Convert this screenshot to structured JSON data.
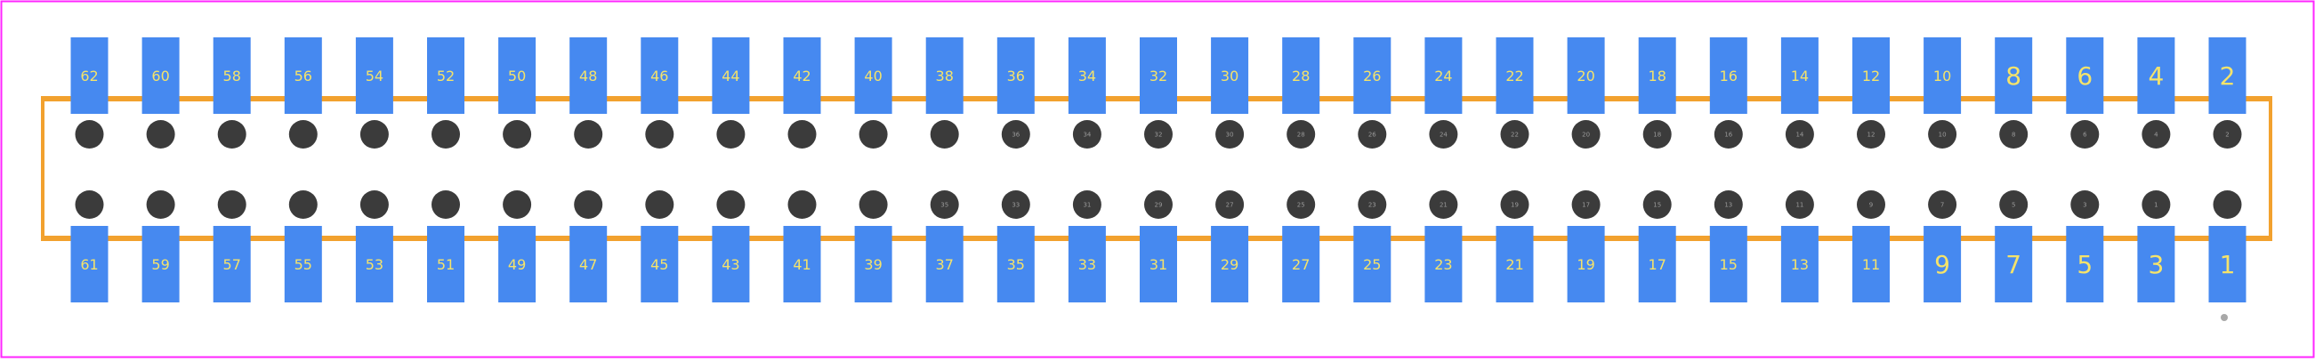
{
  "colors": {
    "background": "#ffffff",
    "board_border": "#ff26ff",
    "outline": "#f2a12e",
    "outline_inner": "#f0d8b0",
    "pad": "#4689f0",
    "pad_label": "#f5e36a",
    "via": "#3b3b3b",
    "via_label": "#9a9a9a",
    "pin1_marker": "#a8a8a8"
  },
  "top_pads": [
    "62",
    "60",
    "58",
    "56",
    "54",
    "52",
    "50",
    "48",
    "46",
    "44",
    "42",
    "40",
    "38",
    "36",
    "34",
    "32",
    "30",
    "28",
    "26",
    "24",
    "22",
    "20",
    "18",
    "16",
    "14",
    "12",
    "10",
    "8",
    "6",
    "4",
    "2"
  ],
  "bottom_pads": [
    "61",
    "59",
    "57",
    "55",
    "53",
    "51",
    "49",
    "47",
    "45",
    "43",
    "41",
    "39",
    "37",
    "35",
    "33",
    "31",
    "29",
    "27",
    "25",
    "23",
    "21",
    "19",
    "17",
    "15",
    "13",
    "11",
    "9",
    "7",
    "5",
    "3",
    "1"
  ],
  "top_vias": [
    "",
    "",
    "",
    "",
    "",
    "",
    "",
    "",
    "",
    "",
    "",
    "",
    "",
    "36",
    "34",
    "32",
    "30",
    "28",
    "26",
    "24",
    "22",
    "20",
    "18",
    "16",
    "14",
    "12",
    "10",
    "8",
    "6",
    "4",
    "2"
  ],
  "bottom_vias": [
    "",
    "",
    "",
    "",
    "",
    "",
    "",
    "",
    "",
    "",
    "",
    "",
    "35",
    "33",
    "31",
    "29",
    "27",
    "25",
    "23",
    "21",
    "19",
    "17",
    "15",
    "13",
    "11",
    "9",
    "7",
    "5",
    "3",
    "1",
    ""
  ]
}
